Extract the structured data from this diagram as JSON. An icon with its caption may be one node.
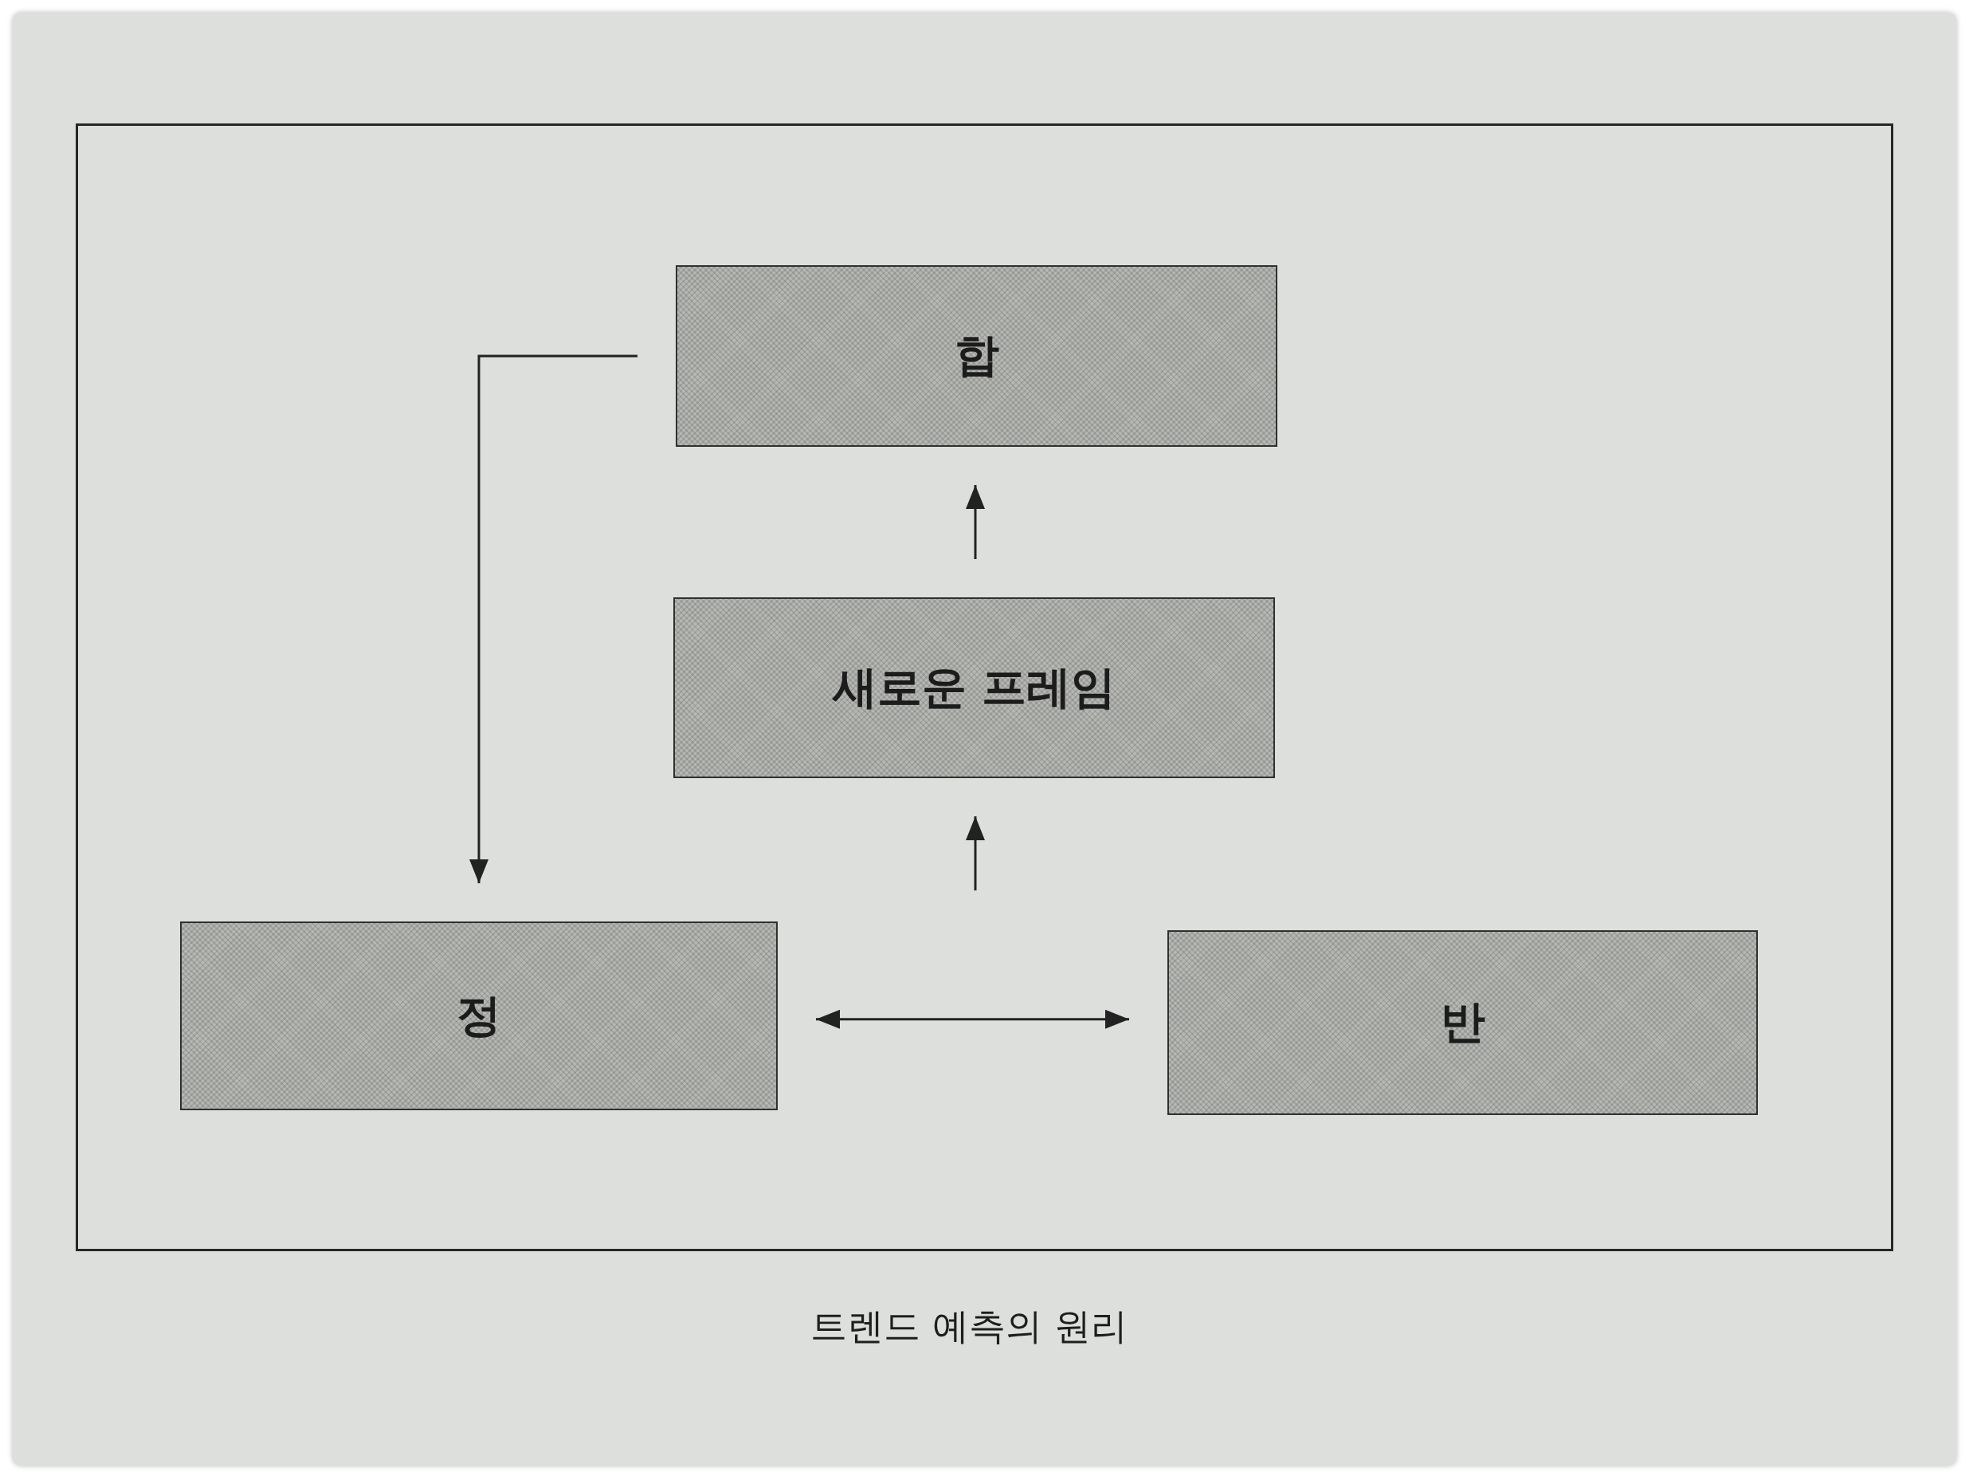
{
  "diagram": {
    "caption": "트렌드 예측의 원리",
    "nodes": [
      {
        "text": [
          "합"
        ]
      },
      {
        "text": [
          "새로운 프레임"
        ]
      },
      {
        "text": [
          "정"
        ]
      },
      {
        "text": [
          "반"
        ]
      }
    ],
    "edges": [
      {
        "from": 0,
        "to": 2,
        "arrow": "to"
      },
      {
        "from": 1,
        "to": 0,
        "arrow": "to"
      },
      {
        "from": null,
        "to": 1,
        "arrow": "to"
      },
      {
        "from": 2,
        "to": 3,
        "arrow": "both"
      }
    ]
  }
}
